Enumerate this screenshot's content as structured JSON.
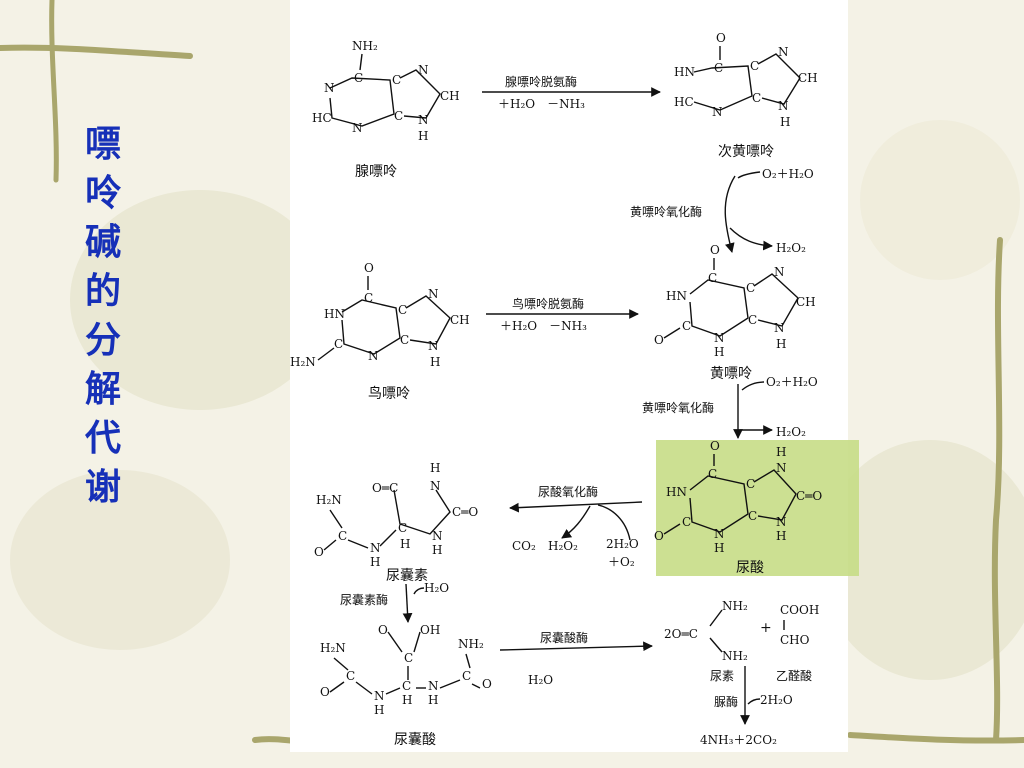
{
  "title": "嘌呤碱的分解代谢",
  "colors": {
    "title": "#1630b8",
    "highlight": "#c7dd86",
    "panel": "#ffffff",
    "background": "#f4f2e6"
  },
  "compounds": {
    "adenine": "腺嘌呤",
    "hypoxanthine": "次黄嘌呤",
    "guanine": "鸟嘌呤",
    "xanthine": "黄嘌呤",
    "uric_acid": "尿酸",
    "allantoin": "尿囊素",
    "allantoic_acid": "尿囊酸",
    "urea": "尿素",
    "glyoxylic_acid": "乙醛酸"
  },
  "enzymes": {
    "adenine_deaminase": "腺嘌呤脱氨酶",
    "xanthine_oxidase_1": "黄嘌呤氧化酶",
    "guanine_deaminase": "鸟嘌呤脱氨酶",
    "xanthine_oxidase_2": "黄嘌呤氧化酶",
    "uricase": "尿酸氧化酶",
    "allantoinase": "尿囊素酶",
    "allantoicase": "尿囊酸酶",
    "urease": "脲酶"
  },
  "reagents": {
    "r1": "＋H₂O　－NH₃",
    "r2_in": "O₂＋H₂O",
    "r2_out": "H₂O₂",
    "r3": "＋H₂O　－NH₃",
    "r4_in": "O₂＋H₂O",
    "r4_out": "H₂O₂",
    "r5_co2": "CO₂",
    "r5_h2o2": "H₂O₂",
    "r5_h2o": "2H₂O",
    "r5_o2": "＋O₂",
    "r6": "H₂O",
    "r7": "H₂O",
    "r8_in": "2H₂O",
    "r8_out": "4NH₃＋2CO₂",
    "urea_coef": "2O═C",
    "glyox_top": "COOH",
    "glyox_bottom": "CHO",
    "plus": "+"
  }
}
